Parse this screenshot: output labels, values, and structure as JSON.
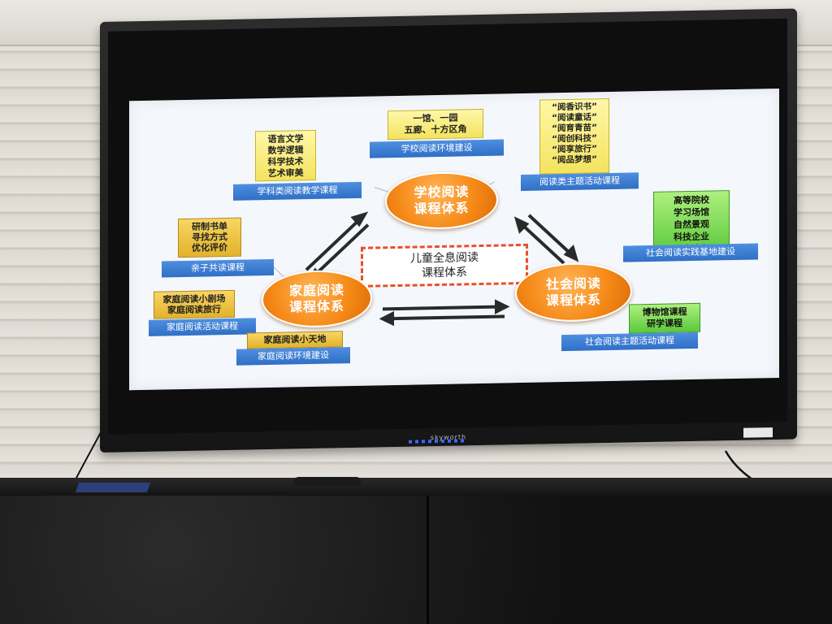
{
  "tv": {
    "brand": "skyworth"
  },
  "slide": {
    "center": {
      "line1": "儿童全息阅读",
      "line2": "课程体系"
    },
    "circles": {
      "school": {
        "line1": "学校阅读",
        "line2": "课程体系"
      },
      "family": {
        "line1": "家庭阅读",
        "line2": "课程体系"
      },
      "society": {
        "line1": "社会阅读",
        "line2": "课程体系"
      }
    },
    "notes": {
      "subjects": "语言文学\n数学逻辑\n科学技术\n艺术审美",
      "venues": "一馆、一园\n五廊、十方区角",
      "themes": "“阅香识书”\n“阅读童话”\n“阅育青苗”\n“阅创科技”\n“阅享旅行”\n“阅品梦想”",
      "parent": "研制书单\n寻找方式\n优化评价",
      "family_act": "家庭阅读小剧场\n家庭阅读旅行",
      "family_env": "家庭阅读小天地",
      "society_base": "高等院校\n学习场馆\n自然景观\n科技企业\n历史遗存",
      "society_act": "博物馆课程\n研学课程"
    },
    "labels": {
      "subjects": "学科类阅读教学课程",
      "venues": "学校阅读环境建设",
      "themes": "阅读类主题活动课程",
      "parent": "亲子共读课程",
      "family_act": "家庭阅读活动课程",
      "family_env": "家庭阅读环境建设",
      "society_base": "社会阅读实践基地建设",
      "society_act": "社会阅读主题活动课程"
    }
  }
}
